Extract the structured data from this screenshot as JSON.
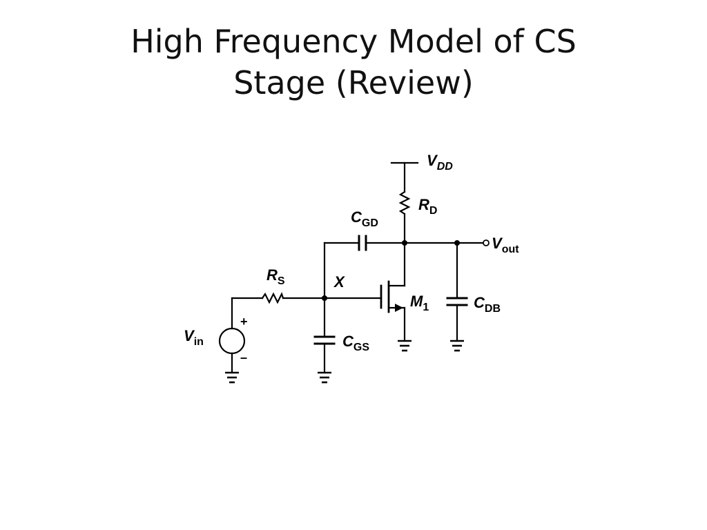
{
  "slide": {
    "title_line1": "High Frequency Model of CS",
    "title_line2": "Stage (Review)"
  },
  "circuit": {
    "labels": {
      "vdd": {
        "main": "V",
        "sub": "DD"
      },
      "rd": {
        "main": "R",
        "sub": "D"
      },
      "cgd": {
        "main": "C",
        "sub": "GD"
      },
      "vout": {
        "main": "V",
        "sub": "out"
      },
      "rs": {
        "main": "R",
        "sub": "S"
      },
      "x": {
        "main": "X"
      },
      "m1": {
        "main": "M",
        "sub": "1"
      },
      "cdb": {
        "main": "C",
        "sub": "DB"
      },
      "vin": {
        "main": "V",
        "sub": "in"
      },
      "cgs": {
        "main": "C",
        "sub": "GS"
      },
      "plus": "+",
      "minus": "–"
    },
    "colors": {
      "wire": "#000000",
      "background": "#ffffff"
    }
  }
}
